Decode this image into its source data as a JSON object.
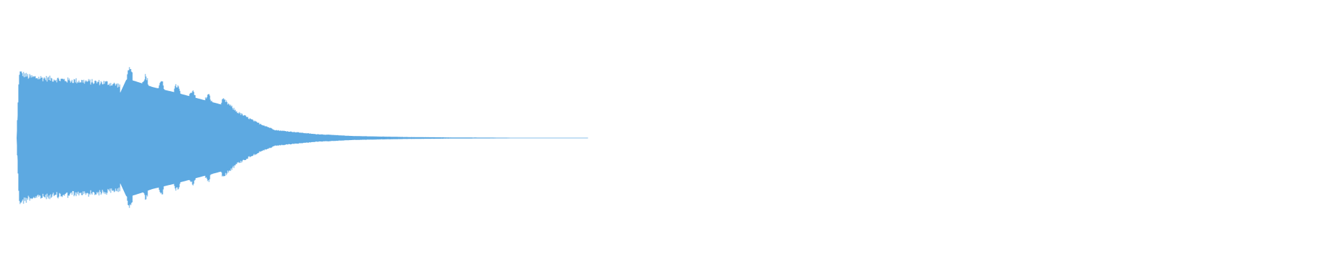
{
  "waveform": {
    "color": "#5DA9E1",
    "background": "#FFFFFF",
    "duration_fraction_with_signal": 0.44,
    "amplitude_envelope": [
      [
        0.0,
        0.0
      ],
      [
        0.002,
        1.0
      ],
      [
        0.01,
        0.93
      ],
      [
        0.04,
        0.88
      ],
      [
        0.07,
        0.84
      ],
      [
        0.08,
        0.8
      ],
      [
        0.085,
        1.05
      ],
      [
        0.095,
        0.98
      ],
      [
        0.105,
        0.9
      ],
      [
        0.12,
        0.82
      ],
      [
        0.14,
        0.7
      ],
      [
        0.16,
        0.58
      ],
      [
        0.17,
        0.4
      ],
      [
        0.185,
        0.24
      ],
      [
        0.2,
        0.12
      ],
      [
        0.23,
        0.06
      ],
      [
        0.26,
        0.03
      ],
      [
        0.3,
        0.015
      ],
      [
        0.34,
        0.008
      ],
      [
        0.39,
        0.004
      ],
      [
        0.44,
        0.002
      ],
      [
        0.441,
        0.0
      ],
      [
        1.0,
        0.0
      ]
    ]
  }
}
